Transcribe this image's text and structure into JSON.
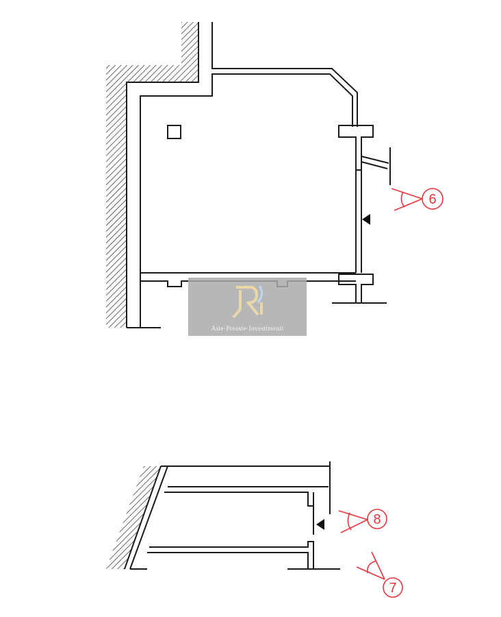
{
  "markers": [
    {
      "label": "6"
    },
    {
      "label": "8"
    },
    {
      "label": "7"
    }
  ],
  "watermark": {
    "text": "Aste·Preaste·Investimenti",
    "logo": "RI"
  },
  "colors": {
    "lines": "#1a1a1a",
    "markers": "#e8343c",
    "watermark": "#aaaaaa"
  }
}
